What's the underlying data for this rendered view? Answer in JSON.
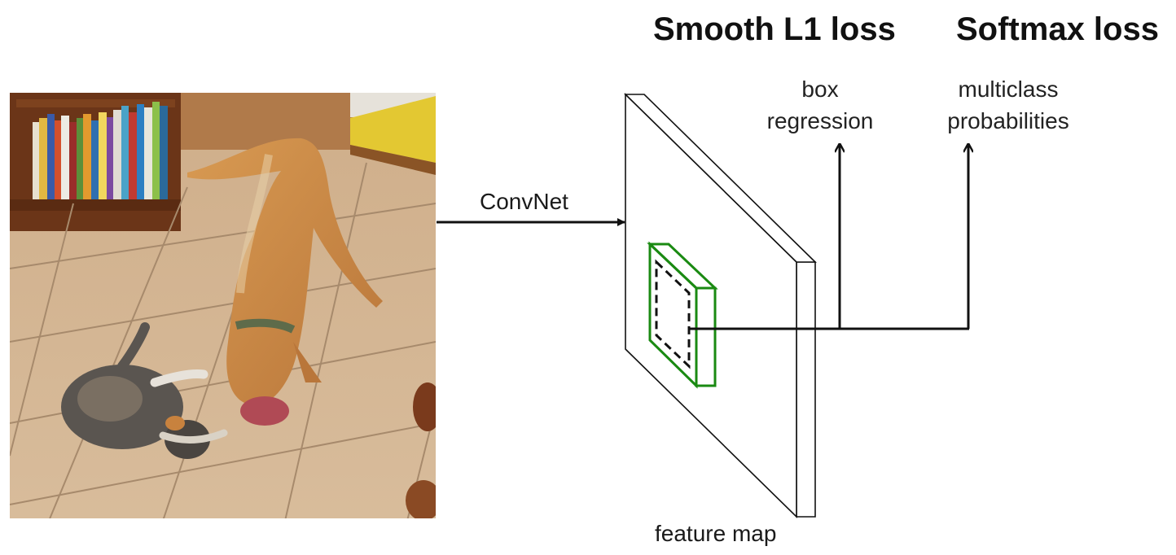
{
  "headings": {
    "smooth_l1": "Smooth L1 loss",
    "softmax": "Softmax loss"
  },
  "outputs": {
    "box_regression": {
      "line1": "box",
      "line2": "regression"
    },
    "multiclass": {
      "line1": "multiclass",
      "line2": "probabilities"
    }
  },
  "convnet_label": "ConvNet",
  "feature_map_label": "feature map",
  "photo": {
    "subject": "dog and cat playing on a tiled floor"
  },
  "colors": {
    "roi_box": "#1a8a12",
    "line": "#111111",
    "floor": "#c9a57e",
    "dog": "#c98a44"
  },
  "icons": {
    "arrow": "arrowhead"
  }
}
